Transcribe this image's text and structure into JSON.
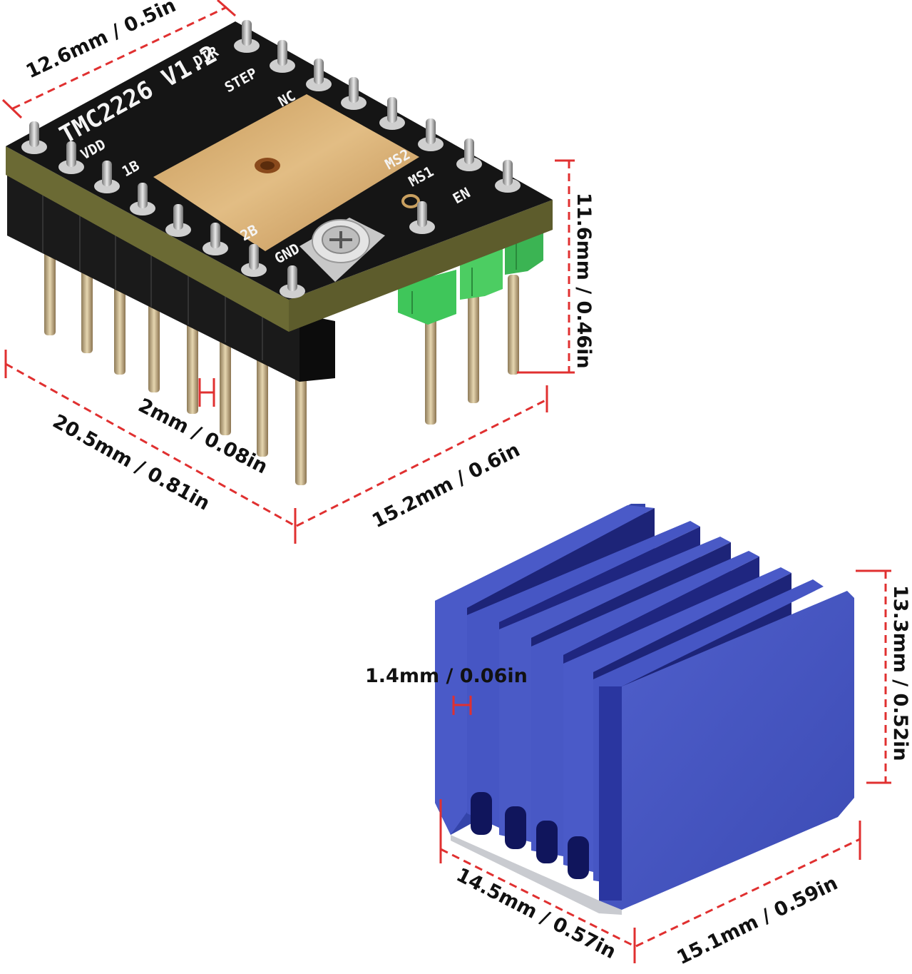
{
  "colors": {
    "dimension_line": "#e03030",
    "pcb": "#151515",
    "pcb_edge": "#6b6a34",
    "pad_copper": "#d6ad6e",
    "jumper_green": "#3fc65a",
    "heatsink_blue": "#4656c4",
    "heatsink_dark": "#1d2478"
  },
  "board": {
    "model_label": "TMC2226 V1.2",
    "pins": {
      "dir": "DIR",
      "step": "STEP",
      "nc": "NC",
      "ms2": "MS2",
      "ms1": "MS1",
      "en": "EN",
      "vdd": "VDD",
      "p1b": "1B",
      "p2b": "2B",
      "gnd": "GND"
    }
  },
  "dimensions": {
    "board_width": "12.6mm / 0.5in",
    "board_length": "20.5mm / 0.81in",
    "board_depth": "15.2mm / 0.6in",
    "board_height": "11.6mm / 0.46in",
    "pin_pitch": "2mm / 0.08in",
    "fin_thickness": "1.4mm / 0.06in",
    "heatsink_height": "13.3mm / 0.52in",
    "heatsink_length": "14.5mm / 0.57in",
    "heatsink_width": "15.1mm / 0.59in"
  }
}
